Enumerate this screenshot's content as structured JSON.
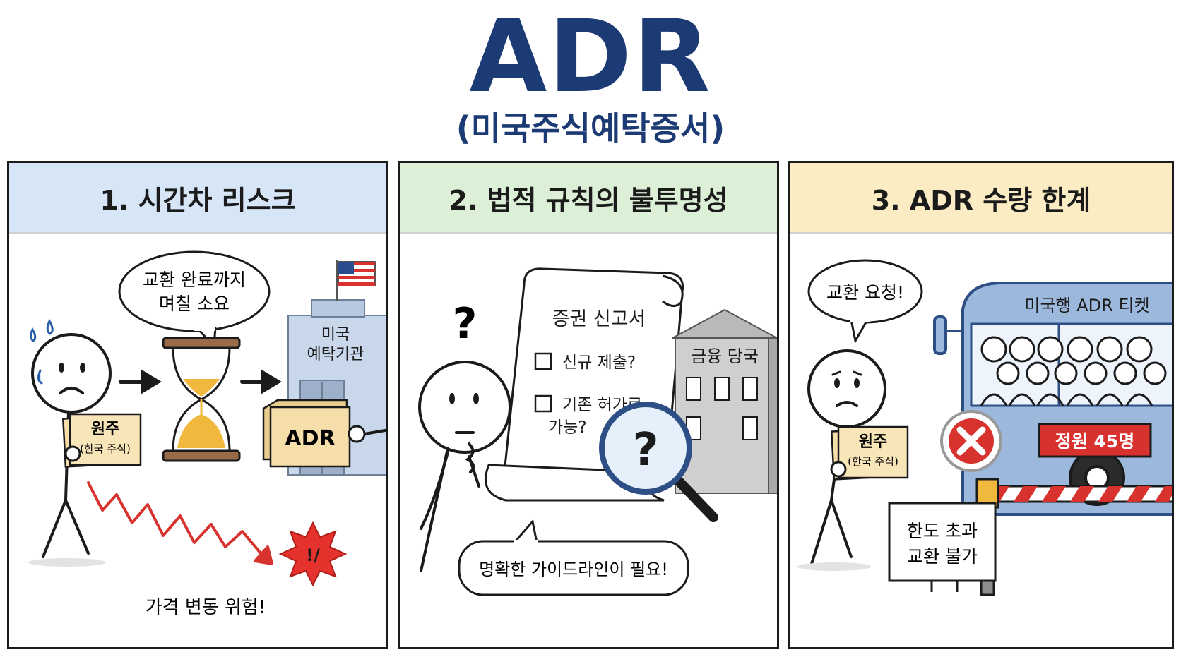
{
  "title": "ADR",
  "subtitle": "(미국주식예탁증서)",
  "colors": {
    "title": "#1c3a73",
    "panel1_header": "#d6e6f7",
    "panel2_header": "#dcefd7",
    "panel3_header": "#fbecc4",
    "accent_red": "#d8322e",
    "gold": "#f0b93e"
  },
  "panels": [
    {
      "heading": "1. 시간차 리스크",
      "bubble_line1": "교환 완료까지",
      "bubble_line2": "며칠 소요",
      "building_line1": "미국",
      "building_line2": "예탁기관",
      "share_label": "원주",
      "share_sub": "(한국 주식)",
      "adr_box": "ADR",
      "caption": "가격 변동 위험!",
      "burst": "!/",
      "icons": [
        "sweat-drops-icon",
        "hourglass-icon",
        "arrow-right-icon",
        "us-flag-icon",
        "down-trend-arrow-icon",
        "burst-icon"
      ]
    },
    {
      "heading": "2. 법적 규칙의 불투명성",
      "question_mark": "?",
      "scroll_title": "증권 신고서",
      "check1": "신규 제출?",
      "check2_line1": "기존 허가로",
      "check2_line2": "가능?",
      "building": "금융 당국",
      "magnifier_mark": "?",
      "bubble": "명확한 가이드라인이 필요!",
      "icons": [
        "scroll-icon",
        "checkbox-icon",
        "magnifier-icon",
        "government-building-icon"
      ]
    },
    {
      "heading": "3. ADR 수량 한계",
      "bubble": "교환 요청!",
      "share_label": "원주",
      "share_sub": "(한국 주식)",
      "bus_title": "미국행 ADR 티켓",
      "capacity": "정원 45명",
      "sign_line1": "한도 초과",
      "sign_line2": "교환 불가",
      "icons": [
        "bus-icon",
        "no-entry-icon",
        "barrier-icon"
      ]
    }
  ]
}
